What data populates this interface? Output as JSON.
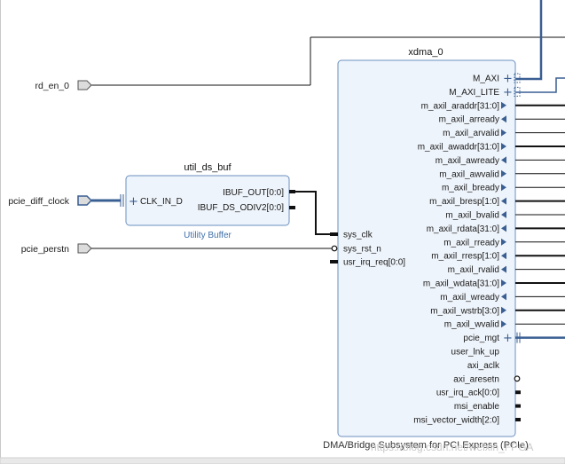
{
  "external_ports": {
    "rd_en": "rd_en_0",
    "pcie_diff_clock": "pcie_diff_clock",
    "pcie_perstn": "pcie_perstn"
  },
  "util_ds_buf": {
    "instance_name": "util_ds_buf",
    "subtitle": "Utility Buffer",
    "input_port": "CLK_IN_D",
    "output_ports": [
      "IBUF_OUT[0:0]",
      "IBUF_DS_ODIV2[0:0]"
    ]
  },
  "xdma": {
    "instance_name": "xdma_0",
    "footer": "DMA/Bridge Subsystem for PCI Express (PCIe)",
    "left_ports": [
      "sys_clk",
      "sys_rst_n",
      "usr_irq_req[0:0]"
    ],
    "right_ports": [
      {
        "name": "M_AXI",
        "kind": "bus"
      },
      {
        "name": "M_AXI_LITE",
        "kind": "bus"
      },
      {
        "name": "m_axil_araddr[31:0]",
        "kind": "out"
      },
      {
        "name": "m_axil_arready",
        "kind": "in"
      },
      {
        "name": "m_axil_arvalid",
        "kind": "out"
      },
      {
        "name": "m_axil_awaddr[31:0]",
        "kind": "out"
      },
      {
        "name": "m_axil_awready",
        "kind": "in"
      },
      {
        "name": "m_axil_awvalid",
        "kind": "out"
      },
      {
        "name": "m_axil_bready",
        "kind": "out"
      },
      {
        "name": "m_axil_bresp[1:0]",
        "kind": "in"
      },
      {
        "name": "m_axil_bvalid",
        "kind": "in"
      },
      {
        "name": "m_axil_rdata[31:0]",
        "kind": "in"
      },
      {
        "name": "m_axil_rready",
        "kind": "out"
      },
      {
        "name": "m_axil_rresp[1:0]",
        "kind": "in"
      },
      {
        "name": "m_axil_rvalid",
        "kind": "in"
      },
      {
        "name": "m_axil_wdata[31:0]",
        "kind": "out"
      },
      {
        "name": "m_axil_wready",
        "kind": "in"
      },
      {
        "name": "m_axil_wstrb[3:0]",
        "kind": "out"
      },
      {
        "name": "m_axil_wvalid",
        "kind": "out"
      },
      {
        "name": "pcie_mgt",
        "kind": "bus"
      },
      {
        "name": "user_lnk_up",
        "kind": "plain"
      },
      {
        "name": "axi_aclk",
        "kind": "plain"
      },
      {
        "name": "axi_aresetn",
        "kind": "circle"
      },
      {
        "name": "usr_irq_ack[0:0]",
        "kind": "stub"
      },
      {
        "name": "msi_enable",
        "kind": "stub"
      },
      {
        "name": "msi_vector_width[2:0]",
        "kind": "stub"
      }
    ]
  },
  "watermark": "https://blog.csdn.net/weixin_FPGA",
  "colors": {
    "block_fill": "#eef4fb",
    "block_border": "#6b8fbf",
    "wire_bus": "#3a5f93",
    "wire": "#111111"
  }
}
